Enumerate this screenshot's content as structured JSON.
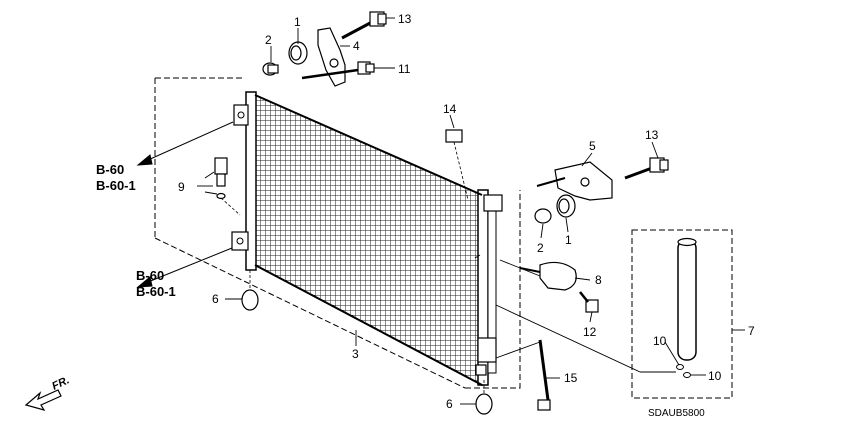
{
  "callouts": {
    "p1_top": "1",
    "p2_top": "2",
    "p4": "4",
    "p11": "11",
    "p13_top": "13",
    "p14": "14",
    "p9": "9",
    "p6_left": "6",
    "p3": "3",
    "p6_bottom": "6",
    "p15": "15",
    "p5": "5",
    "p13_right": "13",
    "p2_right": "2",
    "p1_right": "1",
    "p8": "8",
    "p12": "12",
    "p7": "7",
    "p10_a": "10",
    "p10_b": "10"
  },
  "references": {
    "upper_a": "B-60",
    "upper_b": "B-60-1",
    "lower_a": "B-60",
    "lower_b": "B-60-1"
  },
  "front_label": "FR.",
  "diagram_code": "SDAUB5800"
}
